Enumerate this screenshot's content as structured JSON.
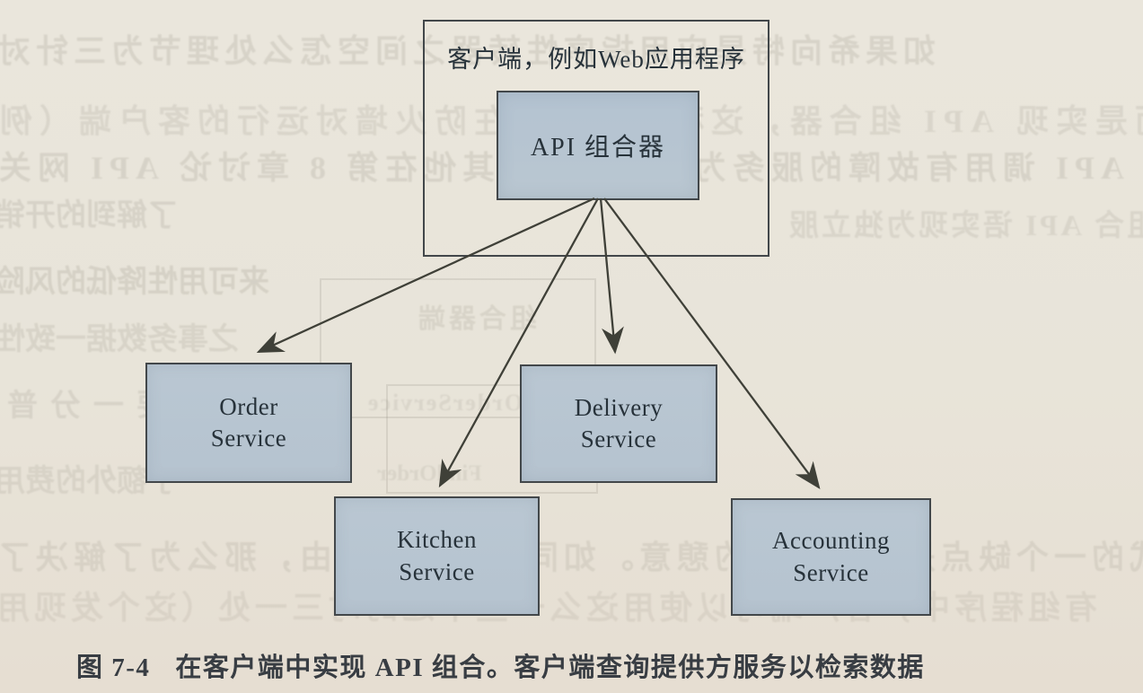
{
  "figure": {
    "caption_label": "图 7-4",
    "caption_text": "在客户端中实现 API 组合。客户端查询提供方服务以检索数据"
  },
  "diagram": {
    "client_box_label": "客户端，例如Web应用程序",
    "composer_label": "API 组合器",
    "services": [
      {
        "name": "Order Service",
        "line1": "Order",
        "line2": "Service"
      },
      {
        "name": "Delivery Service",
        "line1": "Delivery",
        "line2": "Service"
      },
      {
        "name": "Kitchen Service",
        "line1": "Kitchen",
        "line2": "Service"
      },
      {
        "name": "Accounting Service",
        "line1": "Accounting",
        "line2": "Service"
      }
    ],
    "colors": {
      "page_bg": "#e8e4d9",
      "page_bg_top": "#eae6dc",
      "page_bg_bottom": "#e6ded2",
      "box_fill": "#b7c5d1",
      "box_border": "#42474a",
      "arrow": "#3f4038",
      "label_text": "#27323a",
      "caption_text": "#383d43"
    }
  },
  "bleed_through": {
    "lines": [
      "如果希向特是应用指序性转器之间空怎么处理节为三针对",
      "另一个服务，而是实现 API 组合器，这种方法使得在防火墙对运行的客户端（例",
      "这想通过少于 API 调用有故障的服务为结果数据。其他在第 8 章讨论 API 网关",
      "了解到的开销",
      "三个选择（如图 7-6 所示）组合 API 语实现为独立服",
      "来可用性降低的风险",
      "之事务数据一致性",
      "更要一分普",
      "了额外的费用",
      "模式的一个缺点是它要增加的憩意。如同参数等等是由，那么为了解决了",
      "有组程序中，客户端可以使用这么一些不过的时三一处（这个发现用",
      "组合器端",
      "OrderService",
      "FindOrder"
    ]
  }
}
